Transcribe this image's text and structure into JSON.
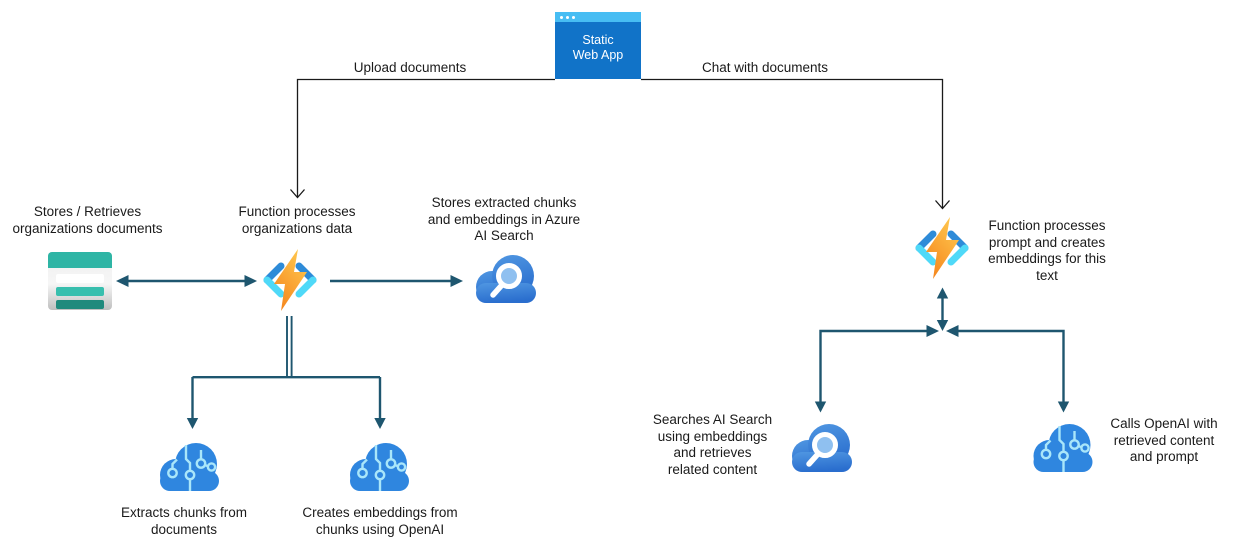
{
  "diagram": {
    "web_app": {
      "label": "Static\nWeb App",
      "icon": "browser-window-icon"
    },
    "edges": {
      "upload": {
        "label": "Upload documents"
      },
      "chat": {
        "label": "Chat with documents"
      }
    },
    "nodes": {
      "storage": {
        "label": "Stores / Retrieves\norganizations documents",
        "icon": "table-storage-icon"
      },
      "func_ingest": {
        "label": "Function processes\norganizations data",
        "icon": "azure-function-icon"
      },
      "search_store": {
        "label": "Stores extracted chunks\nand embeddings in Azure\nAI Search",
        "icon": "cloud-search-icon"
      },
      "extract_chunks": {
        "label": "Extracts chunks from\ndocuments",
        "icon": "cloud-circuit-icon"
      },
      "create_embeddings": {
        "label": "Creates embeddings from\nchunks using OpenAI",
        "icon": "cloud-circuit-icon"
      },
      "func_prompt": {
        "label": "Function processes\nprompt and creates\nembeddings for this\ntext",
        "icon": "azure-function-icon"
      },
      "search_query": {
        "label": "Searches AI Search\nusing embeddings\nand retrieves\nrelated content",
        "icon": "cloud-search-icon"
      },
      "call_openai": {
        "label": "Calls OpenAI with\nretrieved content\nand prompt",
        "icon": "cloud-circuit-icon"
      }
    },
    "colors": {
      "connector_teal": "#1E566F",
      "connector_black": "#1A1A1A",
      "web_app_body": "#1173C8",
      "web_app_titlebar": "#47BDF3",
      "bolt_gradient_top": "#FFC94F",
      "bolt_gradient_bottom": "#F5851D",
      "bracket_upper_blue": "#2E8BD8",
      "bracket_lower_cyan": "#4FD9F8",
      "cloud_blue": "#3277D8",
      "circuit_cloud_blue": "#2F86DF",
      "circuit_trace_cyan": "#A9E6FA",
      "magnifier_fill": "#8FC0F0",
      "table_header_teal": "#2EB5A5",
      "table_row_mid_teal": "#38BFAE",
      "table_row_dark_teal": "#1F8A7D"
    }
  }
}
